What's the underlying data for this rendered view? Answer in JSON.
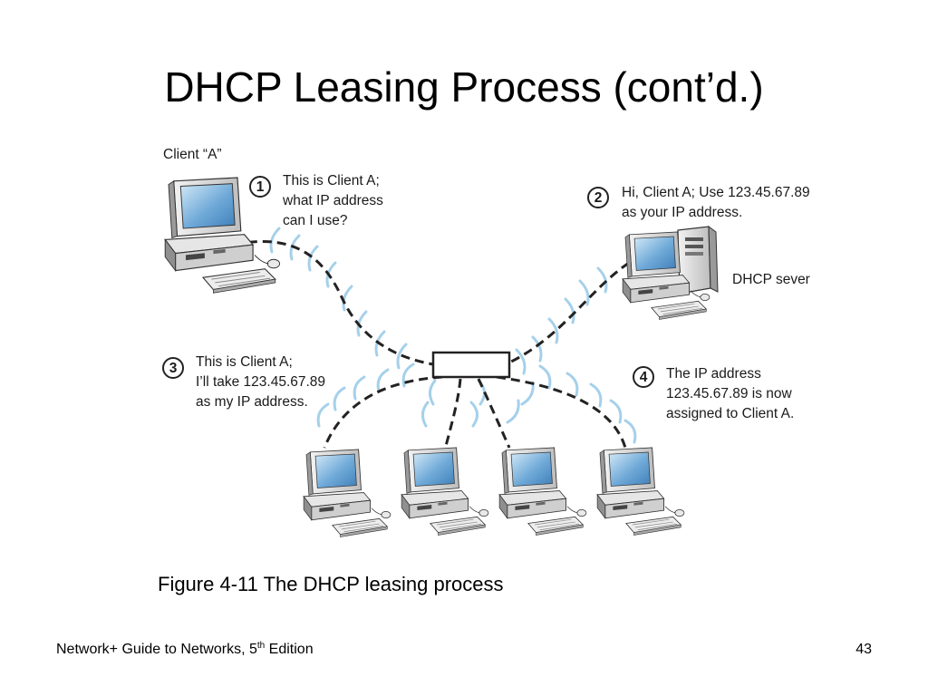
{
  "slide": {
    "title": "DHCP Leasing Process (cont’d.)",
    "caption": "Figure 4-11 The DHCP leasing process",
    "footer": {
      "prefix": "Network+ Guide to Networks, 5",
      "superscript": "th",
      "suffix": " Edition",
      "page_number": "43"
    }
  },
  "diagram": {
    "client_label": "Client “A”",
    "server_label": "DHCP sever",
    "steps": [
      {
        "number": "1",
        "lines": [
          "This is Client A;",
          "what IP address",
          "can I use?"
        ]
      },
      {
        "number": "2",
        "lines": [
          "Hi, Client A; Use 123.45.67.89",
          "as your IP address."
        ]
      },
      {
        "number": "3",
        "lines": [
          "This is Client A;",
          "I’ll take 123.45.67.89",
          "as my IP address."
        ]
      },
      {
        "number": "4",
        "lines": [
          "The IP address",
          "123.45.67.89 is now",
          "assigned to Client A."
        ]
      }
    ]
  },
  "colors": {
    "screen": "#6fa9d8",
    "screen_light": "#d3e9f7",
    "case": "#d2d2d2",
    "case_dark": "#8a8a8a",
    "cable": "#222222",
    "wave": "#9ccbe8"
  }
}
